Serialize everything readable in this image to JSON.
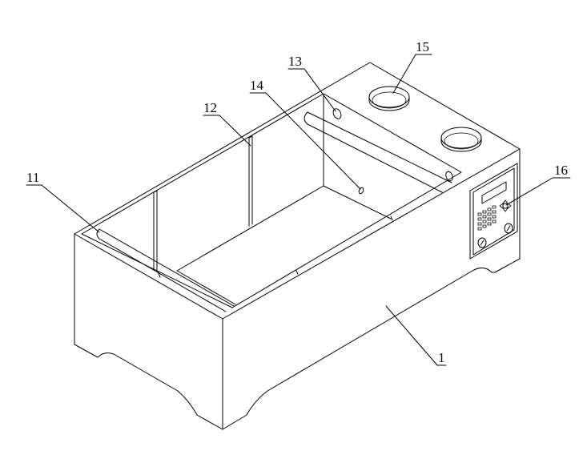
{
  "callouts": [
    {
      "id": "c11",
      "text": "11"
    },
    {
      "id": "c12",
      "text": "12"
    },
    {
      "id": "c13",
      "text": "13"
    },
    {
      "id": "c14",
      "text": "14"
    },
    {
      "id": "c15",
      "text": "15"
    },
    {
      "id": "c16",
      "text": "16"
    },
    {
      "id": "c1",
      "text": "1"
    }
  ]
}
